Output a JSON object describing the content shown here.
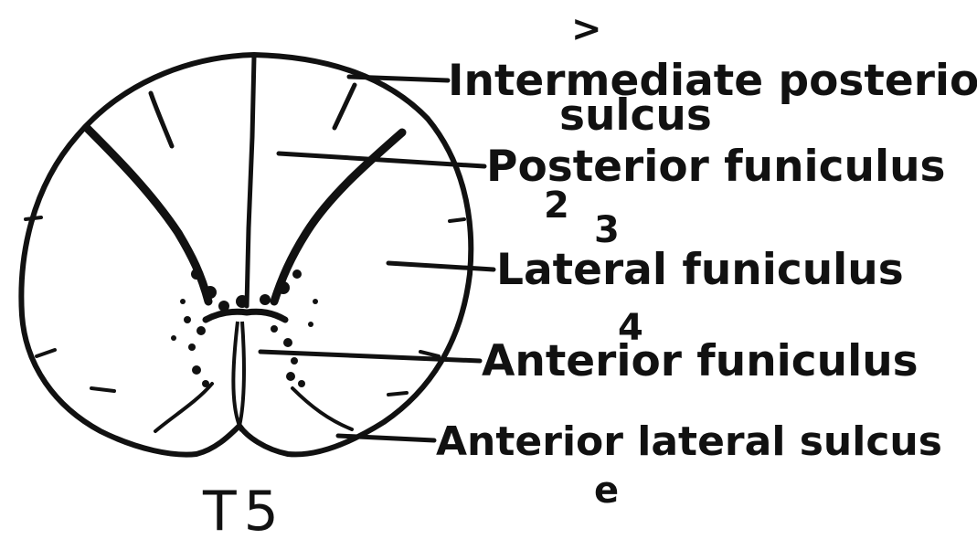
{
  "labels": {
    "intermediate_posterior_sulcus_1": "Intermediate posterior",
    "intermediate_posterior_sulcus_2": "sulcus",
    "posterior_funiculus": "Posterior funiculus",
    "lateral_funiculus": "Lateral funiculus",
    "anterior_funiculus": "Anterior funiculus",
    "anterior_lateral_sulcus": "Anterior lateral sulcus"
  },
  "section_label": "T5",
  "marks": {
    "m1": ">",
    "m2": "2",
    "m3": "3",
    "m4": "4",
    "m5": "e"
  },
  "colors": {
    "ink": "#111111",
    "background": "#ffffff"
  }
}
